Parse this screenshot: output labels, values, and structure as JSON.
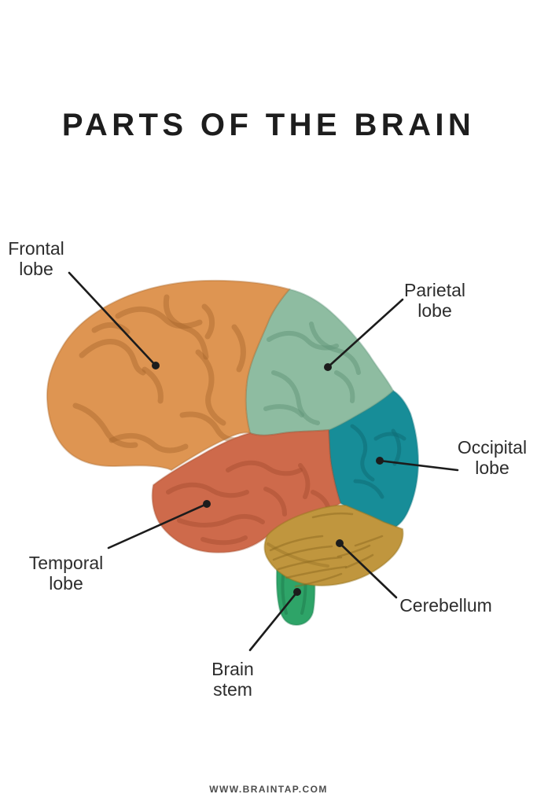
{
  "title": "PARTS OF THE BRAIN",
  "footer": "WWW.BRAINTAP.COM",
  "diagram": {
    "line_color": "#1c1c1c",
    "parts": [
      {
        "id": "frontal-lobe",
        "label_lines": [
          "Frontal",
          "lobe"
        ],
        "color": "#DE9552"
      },
      {
        "id": "parietal-lobe",
        "label_lines": [
          "Parietal",
          "lobe"
        ],
        "color": "#8EBCA1"
      },
      {
        "id": "occipital-lobe",
        "label_lines": [
          "Occipital",
          "lobe"
        ],
        "color": "#178D98"
      },
      {
        "id": "temporal-lobe",
        "label_lines": [
          "Temporal",
          "lobe"
        ],
        "color": "#CE6A4B"
      },
      {
        "id": "cerebellum",
        "label_lines": [
          "Cerebellum"
        ],
        "color": "#C0963E"
      },
      {
        "id": "brain-stem",
        "label_lines": [
          "Brain",
          "stem"
        ],
        "color": "#2EA468"
      }
    ]
  }
}
